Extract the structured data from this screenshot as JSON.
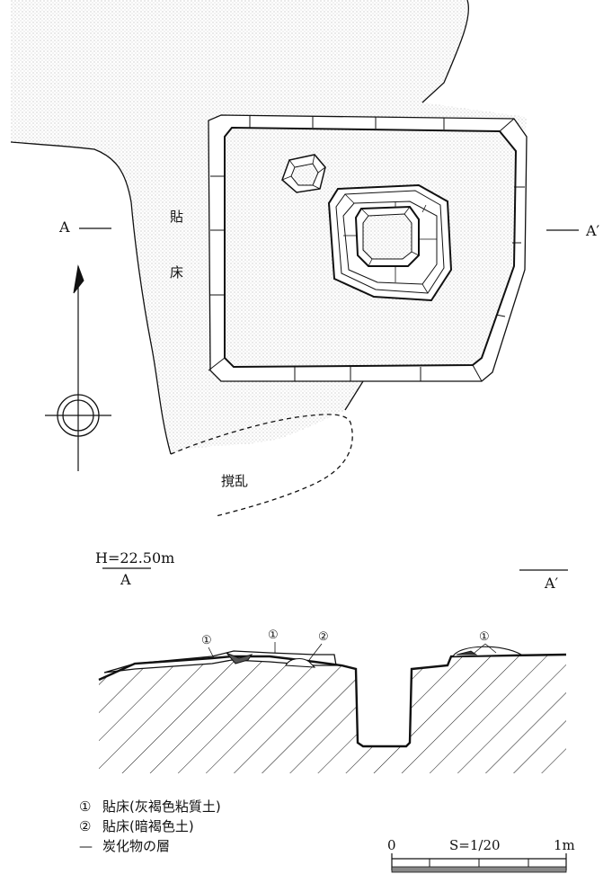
{
  "plan": {
    "section_left": "A",
    "section_right": "A′",
    "floor_label_1": "貼",
    "floor_label_2": "床",
    "disturbed_label": "撹乱"
  },
  "section": {
    "elevation": "H=22.50m",
    "left": "A",
    "right": "A′",
    "layer_1": "①",
    "layer_2": "②"
  },
  "legend": {
    "items": [
      {
        "mark": "①",
        "text": "貼床(灰褐色粘質土)"
      },
      {
        "mark": "②",
        "text": "貼床(暗褐色土)"
      },
      {
        "mark": "—",
        "text": "炭化物の層"
      }
    ]
  },
  "scale": {
    "zero": "0",
    "ratio": "S=1/20",
    "end": "1m"
  },
  "colors": {
    "ink": "#111111",
    "stipple": "#b8b8b8",
    "scale_fill": "#888888"
  }
}
